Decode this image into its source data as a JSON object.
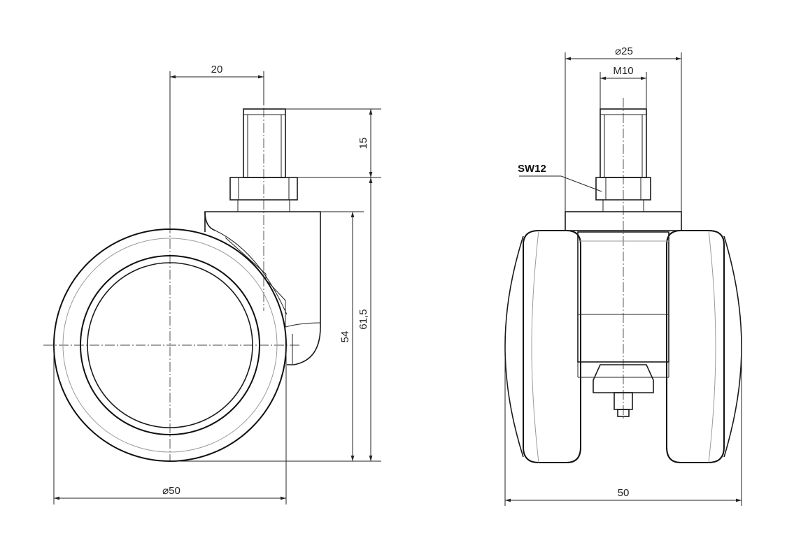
{
  "dimensions": {
    "stem_offset": "20",
    "stem_length": "15",
    "height_axle": "54",
    "height_total": "61,5",
    "wheel_diameter": "⌀50",
    "housing_diameter": "⌀25",
    "thread": "M10",
    "overall_width": "50"
  },
  "labels": {
    "wrench_size": "SW12"
  }
}
